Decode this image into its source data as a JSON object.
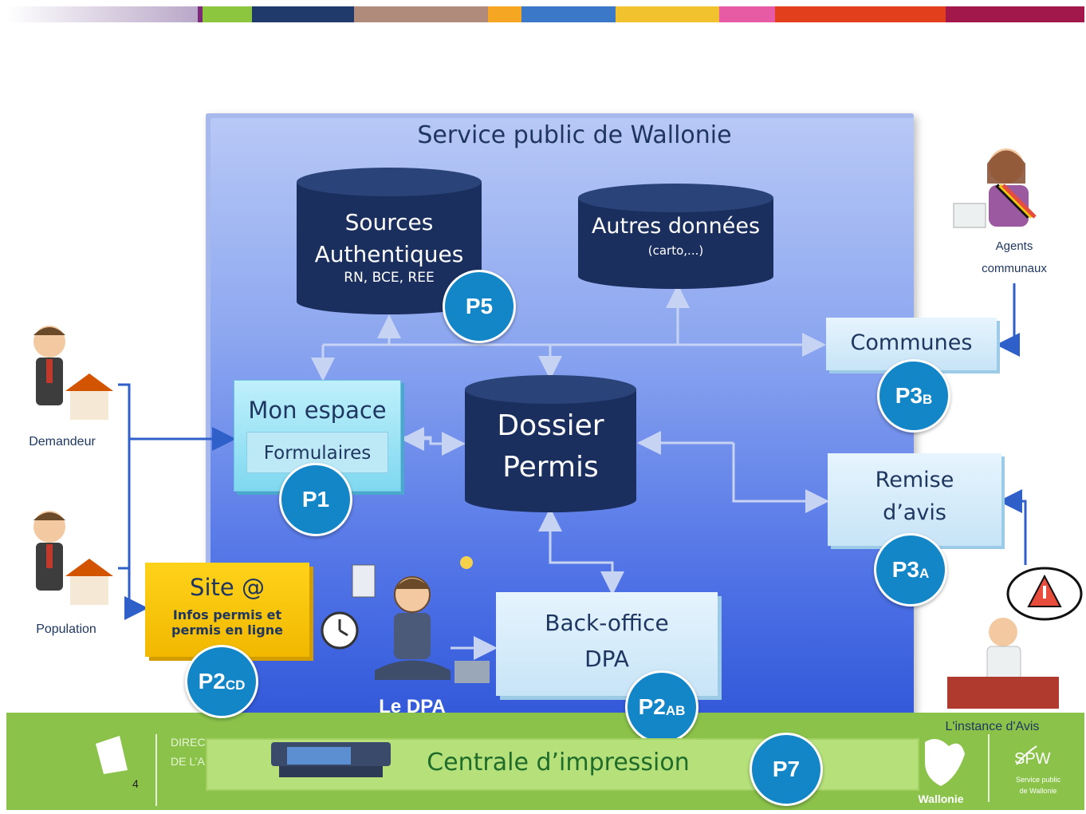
{
  "colors": {
    "top_bar": [
      "#b9a7c8",
      "#7b2a7a",
      "#8cc63f",
      "#1f3a6b",
      "#b08a7a",
      "#f5a623",
      "#3c78c8",
      "#f2c12e",
      "#e75aa4",
      "#e2401c",
      "#a3184a"
    ],
    "spw_gradient_top": "#b9c9f6",
    "spw_gradient_bottom": "#2f55d8",
    "database": "#1b2f5f",
    "badge": "#1386c8",
    "site_box": "#f7c500",
    "footer": "#8bc34a"
  },
  "diagram": {
    "spw_title": "Service public de Wallonie",
    "sources": {
      "line1": "Sources",
      "line2": "Authentiques",
      "line3": "RN, BCE, REE",
      "badge": "P5"
    },
    "autres": {
      "line1": "Autres données",
      "line2": "(carto,...)"
    },
    "dossier": {
      "line1": "Dossier",
      "line2": "Permis"
    },
    "mon_espace": {
      "title": "Mon espace",
      "inner": "Formulaires",
      "badge": "P1"
    },
    "communes": {
      "label": "Communes",
      "badge_main": "P3",
      "badge_sub": "B"
    },
    "remise": {
      "line1": "Remise",
      "line2": "d’avis",
      "badge_main": "P3",
      "badge_sub": "A"
    },
    "site": {
      "title": "Site @",
      "line1": "Infos permis et",
      "line2": "permis en ligne",
      "badge_main": "P2",
      "badge_sub": "CD"
    },
    "backoffice": {
      "line1": "Back-office",
      "line2": "DPA",
      "badge_main": "P2",
      "badge_sub": "AB"
    },
    "le_dpa": "Le DPA",
    "centrale": {
      "label": "Centrale d’impression",
      "badge": "P7"
    },
    "actors": {
      "demandeur": "Demandeur",
      "population": "Population",
      "agents_line1": "Agents",
      "agents_line2": "communaux",
      "instance": "L'instance d'Avis"
    },
    "footer": {
      "page_number": "4",
      "dir_line1": "DIREC",
      "dir_line2": "DE L’A",
      "wallonie": "Wallonie",
      "spw": "SPW",
      "spw_sub1": "Service public",
      "spw_sub2": "de Wallonie"
    },
    "icon_names": [
      "person-icon",
      "house-icon",
      "woman-agent-icon",
      "warning-icon",
      "clock-icon",
      "printer-icon",
      "laptop-icon",
      "rooster-icon"
    ]
  }
}
